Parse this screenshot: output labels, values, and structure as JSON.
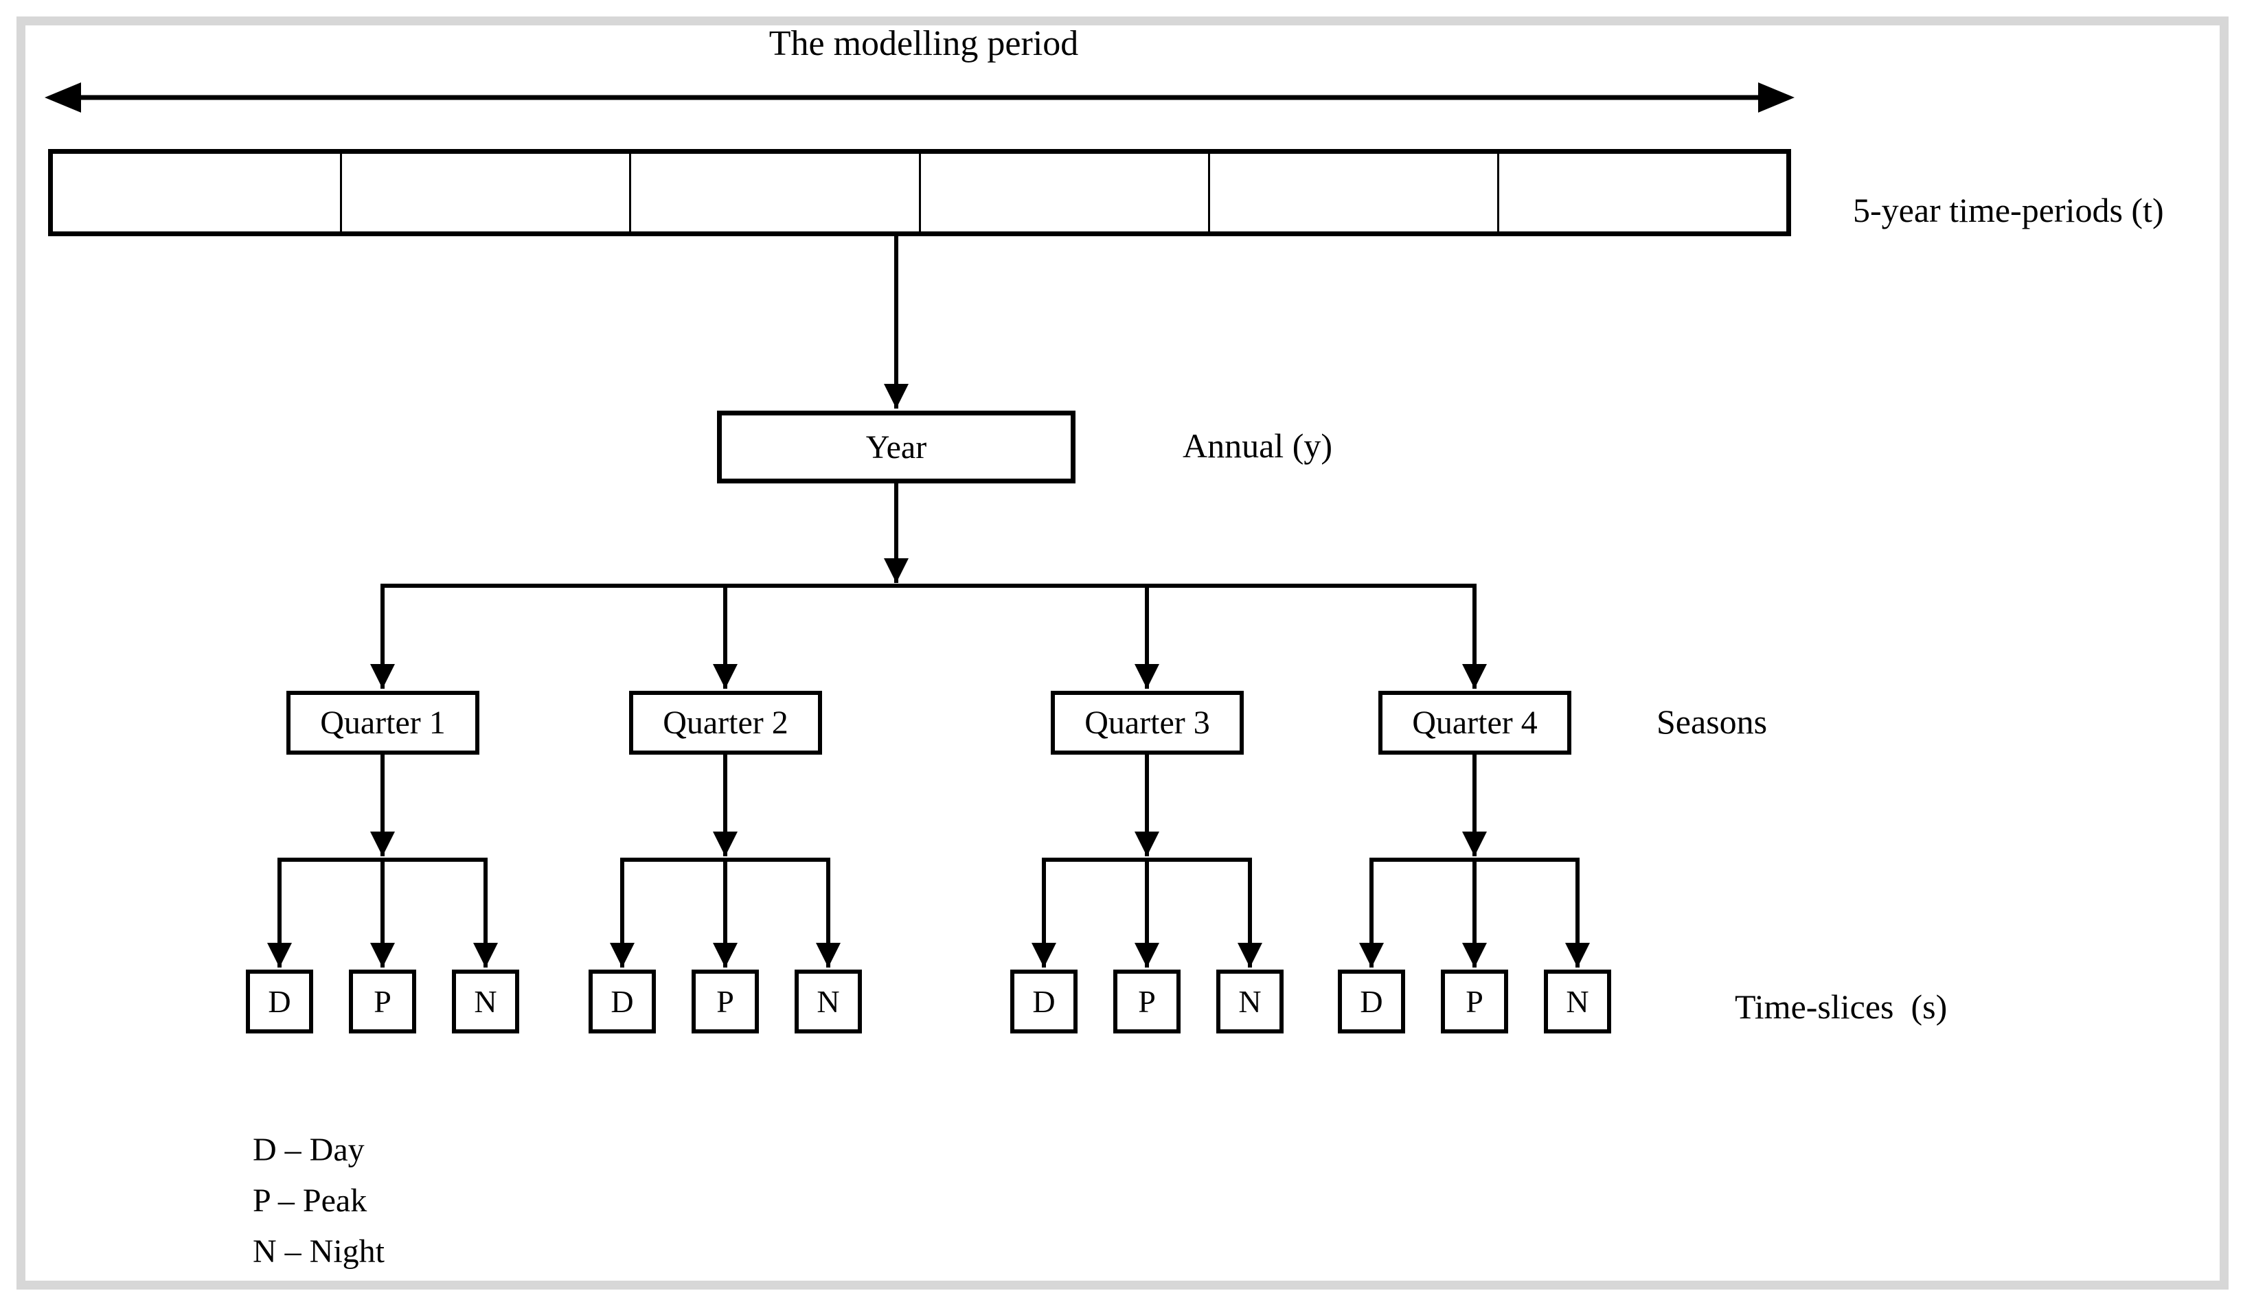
{
  "figure": {
    "title": "The modelling period",
    "timeline": {
      "segment_count": 6,
      "label": "5-year time-periods (t)"
    },
    "annual": {
      "box": "Year",
      "label": "Annual (y)"
    },
    "seasons": {
      "label": "Seasons",
      "quarters": [
        "Quarter 1",
        "Quarter 2",
        "Quarter 3",
        "Quarter 4"
      ]
    },
    "timeslices": {
      "label": "Time-slices  (s)",
      "slices": [
        "D",
        "P",
        "N"
      ]
    },
    "legend": [
      "D – Day",
      "P – Peak",
      "N – Night"
    ],
    "colors": {
      "ink": "#000000",
      "frame": "#d7d7d7",
      "paper": "#ffffff"
    }
  }
}
